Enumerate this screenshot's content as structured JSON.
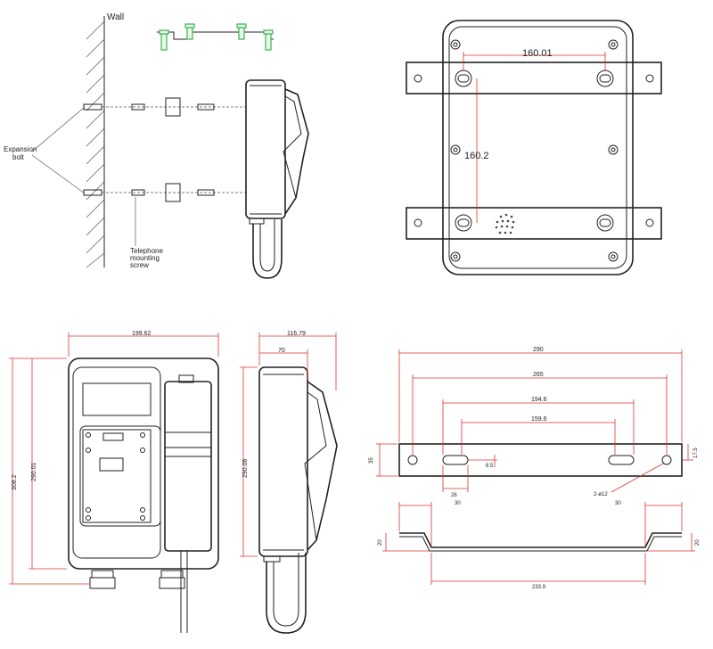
{
  "labels": {
    "wall": "Wall",
    "expansion_bolt_1": "Expansion",
    "expansion_bolt_2": "bolt",
    "telephone_screw_1": "Telephone",
    "telephone_screw_2": "mounting",
    "telephone_screw_3": "screw"
  },
  "back_view": {
    "width": "160.01",
    "height": "160.2"
  },
  "front_view": {
    "width": "199.62",
    "height_outer": "308.2",
    "height_inner": "290.01"
  },
  "side_view": {
    "depth": "116.79",
    "handset_depth": "70",
    "height": "290.06"
  },
  "bracket": {
    "overall": "290",
    "hole_span": "265",
    "slot_outer": "194.6",
    "slot_inner": "159.6",
    "slot_offset": "8.5",
    "height": "35",
    "hole_height": "17.5",
    "slot_length": "26",
    "hole_spec": "2-ø12",
    "flange_left": "30",
    "flange_right": "30",
    "step_left": "20",
    "step_right": "20",
    "bottom_span": "233.9"
  },
  "colors": {
    "dimension": "#e0322f",
    "screw": "#39b54a",
    "line": "#222222"
  }
}
